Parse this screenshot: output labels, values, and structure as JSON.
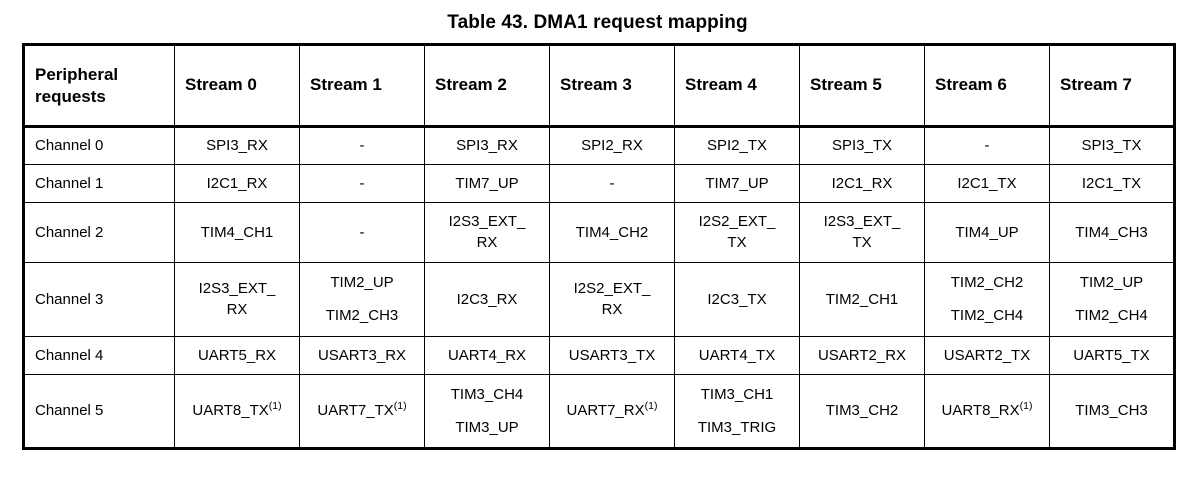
{
  "title": "Table 43. DMA1 request mapping",
  "table": {
    "headers": [
      "Peripheral requests",
      "Stream 0",
      "Stream 1",
      "Stream 2",
      "Stream 3",
      "Stream 4",
      "Stream 5",
      "Stream 6",
      "Stream 7"
    ],
    "rows": [
      {
        "label": "Channel 0",
        "height": "r-h38",
        "cells": [
          {
            "lines": [
              "SPI3_RX"
            ]
          },
          {
            "lines": [
              "-"
            ]
          },
          {
            "lines": [
              "SPI3_RX"
            ]
          },
          {
            "lines": [
              "SPI2_RX"
            ]
          },
          {
            "lines": [
              "SPI2_TX"
            ]
          },
          {
            "lines": [
              "SPI3_TX"
            ]
          },
          {
            "lines": [
              "-"
            ]
          },
          {
            "lines": [
              "SPI3_TX"
            ]
          }
        ]
      },
      {
        "label": "Channel 1",
        "height": "r-h38",
        "cells": [
          {
            "lines": [
              "I2C1_RX"
            ]
          },
          {
            "lines": [
              "-"
            ]
          },
          {
            "lines": [
              "TIM7_UP"
            ]
          },
          {
            "lines": [
              "-"
            ]
          },
          {
            "lines": [
              "TIM7_UP"
            ]
          },
          {
            "lines": [
              "I2C1_RX"
            ]
          },
          {
            "lines": [
              "I2C1_TX"
            ]
          },
          {
            "lines": [
              "I2C1_TX"
            ]
          }
        ]
      },
      {
        "label": "Channel 2",
        "height": "r-h60",
        "cells": [
          {
            "lines": [
              "TIM4_CH1"
            ]
          },
          {
            "lines": [
              "-"
            ]
          },
          {
            "wrap": true,
            "lines": [
              "I2S3_EXT_",
              "RX"
            ]
          },
          {
            "lines": [
              "TIM4_CH2"
            ]
          },
          {
            "wrap": true,
            "lines": [
              "I2S2_EXT_",
              "TX"
            ]
          },
          {
            "wrap": true,
            "lines": [
              "I2S3_EXT_",
              "TX"
            ]
          },
          {
            "lines": [
              "TIM4_UP"
            ]
          },
          {
            "lines": [
              "TIM4_CH3"
            ]
          }
        ]
      },
      {
        "label": "Channel 3",
        "height": "r-h74",
        "cells": [
          {
            "wrap": true,
            "lines": [
              "I2S3_EXT_",
              "RX"
            ]
          },
          {
            "lines": [
              "TIM2_UP",
              "TIM2_CH3"
            ]
          },
          {
            "lines": [
              "I2C3_RX"
            ]
          },
          {
            "wrap": true,
            "lines": [
              "I2S2_EXT_",
              "RX"
            ]
          },
          {
            "lines": [
              "I2C3_TX"
            ]
          },
          {
            "lines": [
              "TIM2_CH1"
            ]
          },
          {
            "lines": [
              "TIM2_CH2",
              "TIM2_CH4"
            ]
          },
          {
            "lines": [
              "TIM2_UP",
              "TIM2_CH4"
            ]
          }
        ]
      },
      {
        "label": "Channel 4",
        "height": "r-h38",
        "cells": [
          {
            "lines": [
              "UART5_RX"
            ]
          },
          {
            "lines": [
              "USART3_RX"
            ]
          },
          {
            "lines": [
              "UART4_RX"
            ]
          },
          {
            "lines": [
              "USART3_TX"
            ]
          },
          {
            "lines": [
              "UART4_TX"
            ]
          },
          {
            "lines": [
              "USART2_RX"
            ]
          },
          {
            "lines": [
              "USART2_TX"
            ]
          },
          {
            "lines": [
              "UART5_TX"
            ]
          }
        ]
      },
      {
        "label": "Channel 5",
        "height": "r-h74",
        "cells": [
          {
            "lines": [
              "UART8_TX"
            ],
            "footnotes": [
              "(1)"
            ]
          },
          {
            "lines": [
              "UART7_TX"
            ],
            "footnotes": [
              "(1)"
            ]
          },
          {
            "lines": [
              "TIM3_CH4",
              "TIM3_UP"
            ]
          },
          {
            "lines": [
              "UART7_RX"
            ],
            "footnotes": [
              "(1)"
            ]
          },
          {
            "lines": [
              "TIM3_CH1",
              "TIM3_TRIG"
            ]
          },
          {
            "lines": [
              "TIM3_CH2"
            ]
          },
          {
            "lines": [
              "UART8_RX"
            ],
            "footnotes": [
              "(1)"
            ]
          },
          {
            "lines": [
              "TIM3_CH3"
            ]
          }
        ]
      }
    ]
  }
}
